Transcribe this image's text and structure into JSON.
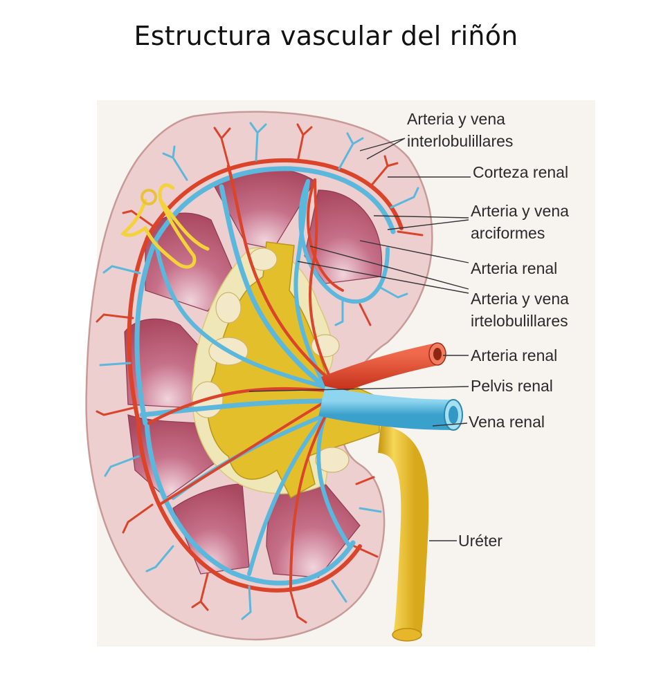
{
  "title": "Estructura vascular del riñón",
  "labels": {
    "interlobulillares_1": "Arteria y vena",
    "interlobulillares_2": "interlobulillares",
    "corteza": "Corteza renal",
    "arciformes_1": "Arteria y vena",
    "arciformes_2": "arciformes",
    "arteria_renal_1": "Arteria renal",
    "irtelobulillares_1": "Arteria y vena",
    "irtelobulillares_2": "irtelobulillares",
    "arteria_renal_2": "Arteria renal",
    "pelvis": "Pelvis renal",
    "vena": "Vena renal",
    "ureter": "Uréter"
  },
  "colors": {
    "cortex": "#edcfcf",
    "pyramid": "#b85a74",
    "artery": "#d9442a",
    "vein": "#5bb8dc",
    "pelvis": "#e6c02a",
    "ureter": "#f0c63a"
  }
}
